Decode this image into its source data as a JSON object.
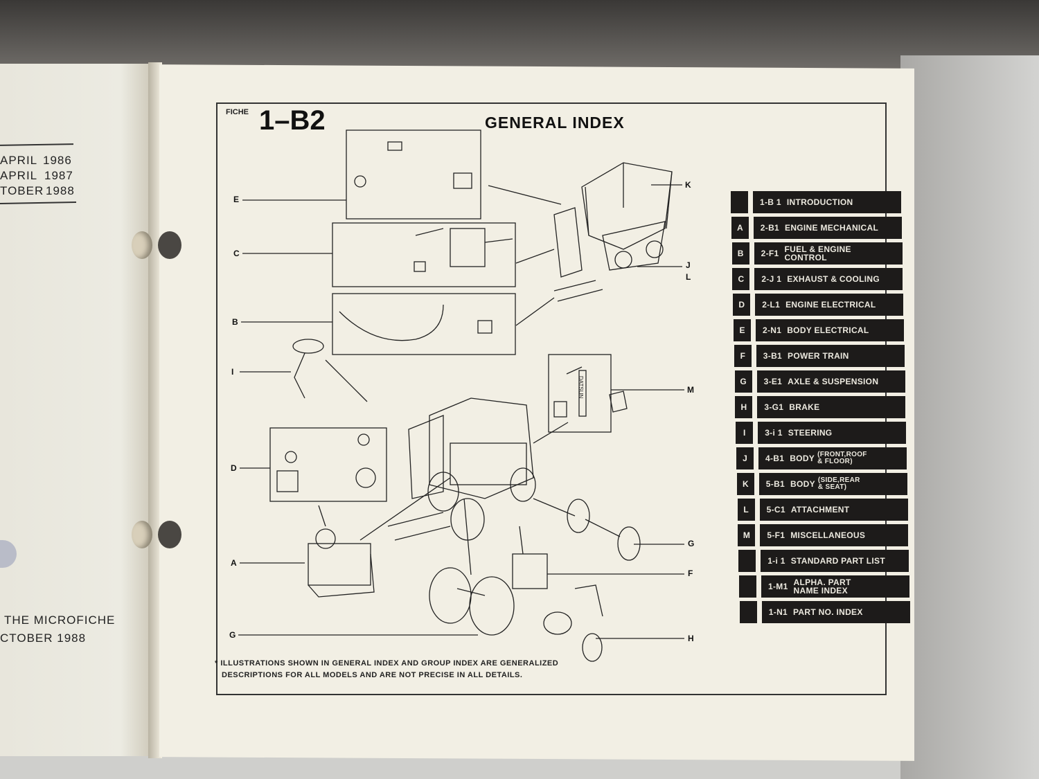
{
  "left_page": {
    "revisions": [
      {
        "month": "APRIL",
        "year": "1986"
      },
      {
        "month": "APRIL",
        "year": "1987"
      },
      {
        "month": "TOBER",
        "year": "1988"
      }
    ],
    "footer_line1": "THE MICROFICHE",
    "footer_line2": "CTOBER  1988"
  },
  "header": {
    "fiche_label": "FICHE",
    "fiche_number": "1–B2",
    "title": "GENERAL  INDEX"
  },
  "diagram": {
    "callouts_left": [
      "E",
      "C",
      "B",
      "I",
      "D",
      "A",
      "G"
    ],
    "callouts_right": [
      "K",
      "J",
      "L",
      "M",
      "G",
      "F",
      "H"
    ],
    "emblem_text": "DATSUN"
  },
  "tabs": [
    {
      "letter": "",
      "code": "1-B 1",
      "label": "INTRODUCTION",
      "sub": ""
    },
    {
      "letter": "A",
      "code": "2-B1",
      "label": "ENGINE  MECHANICAL",
      "sub": ""
    },
    {
      "letter": "B",
      "code": "2-F1",
      "label": "FUEL  &  ENGINE\nCONTROL",
      "sub": ""
    },
    {
      "letter": "C",
      "code": "2-J 1",
      "label": "EXHAUST  &  COOLING",
      "sub": ""
    },
    {
      "letter": "D",
      "code": "2-L1",
      "label": "ENGINE  ELECTRICAL",
      "sub": ""
    },
    {
      "letter": "E",
      "code": "2-N1",
      "label": "BODY  ELECTRICAL",
      "sub": ""
    },
    {
      "letter": "F",
      "code": "3-B1",
      "label": "POWER  TRAIN",
      "sub": ""
    },
    {
      "letter": "G",
      "code": "3-E1",
      "label": "AXLE  &  SUSPENSION",
      "sub": ""
    },
    {
      "letter": "H",
      "code": "3-G1",
      "label": "BRAKE",
      "sub": ""
    },
    {
      "letter": "I",
      "code": "3-i 1",
      "label": "STEERING",
      "sub": ""
    },
    {
      "letter": "J",
      "code": "4-B1",
      "label": "BODY",
      "sub": "(FRONT,ROOF\n& FLOOR)"
    },
    {
      "letter": "K",
      "code": "5-B1",
      "label": "BODY",
      "sub": "(SIDE,REAR\n& SEAT)"
    },
    {
      "letter": "L",
      "code": "5-C1",
      "label": "ATTACHMENT",
      "sub": ""
    },
    {
      "letter": "M",
      "code": "5-F1",
      "label": "MISCELLANEOUS",
      "sub": ""
    },
    {
      "letter": "",
      "code": "1-i 1",
      "label": "STANDARD PART LIST",
      "sub": ""
    },
    {
      "letter": "",
      "code": "1-M1",
      "label": "ALPHA. PART\nNAME INDEX",
      "sub": ""
    },
    {
      "letter": "",
      "code": "1-N1",
      "label": "PART NO. INDEX",
      "sub": ""
    }
  ],
  "footnote": {
    "line1": "*  ILLUSTRATIONS  SHOWN  IN  GENERAL  INDEX  AND  GROUP  INDEX  ARE  GENERALIZED",
    "line2": "DESCRIPTIONS  FOR  ALL  MODELS  AND  ARE  NOT  PRECISE  IN  ALL  DETAILS."
  },
  "colors": {
    "paper": "#f2efe4",
    "tab": "#1d1b1a",
    "ink": "#111111"
  }
}
